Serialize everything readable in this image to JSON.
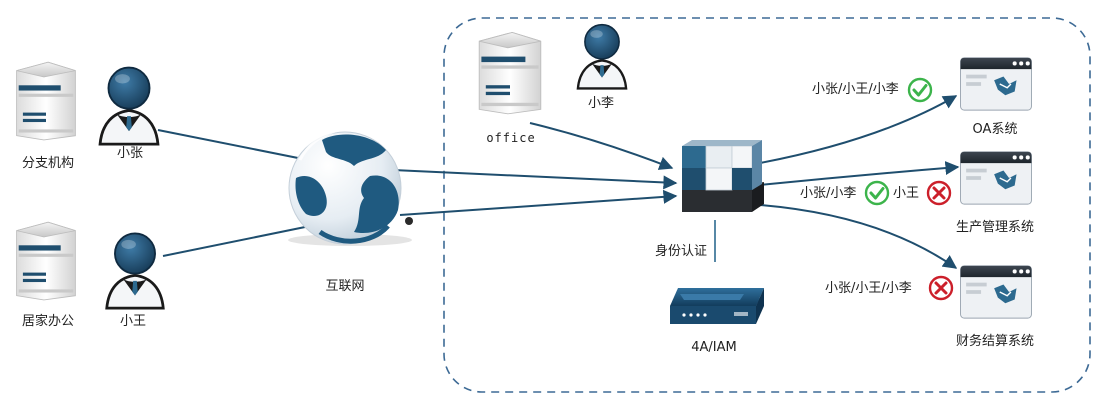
{
  "labels": {
    "branch_office": "分支机构",
    "home_office": "居家办公",
    "user_zhang": "小张",
    "user_wang": "小王",
    "internet": "互联网",
    "office": "office",
    "user_li": "小李",
    "auth": "身份认证",
    "iam": "4A/IAM",
    "oa_system": "OA系统",
    "production_system": "生产管理系统",
    "finance_system": "财务结算系统"
  },
  "access": {
    "oa_allowed": "小张/小王/小李",
    "prod_allowed": "小张/小李",
    "prod_denied": "小王",
    "finance_denied": "小张/小王/小李"
  },
  "icons": {
    "allowed": "green-check-icon",
    "denied": "red-x-icon",
    "user": "user-icon",
    "server": "server-icon",
    "globe": "globe-icon",
    "gateway": "gateway-icon",
    "iam_device": "network-device-icon",
    "app_window": "app-window-icon"
  },
  "colors": {
    "primary": "#1f4e6e",
    "accent": "#2d6a8f",
    "border_dash": "#3d6a95",
    "allowed": "#3cb44b",
    "denied": "#cc1f2a"
  }
}
